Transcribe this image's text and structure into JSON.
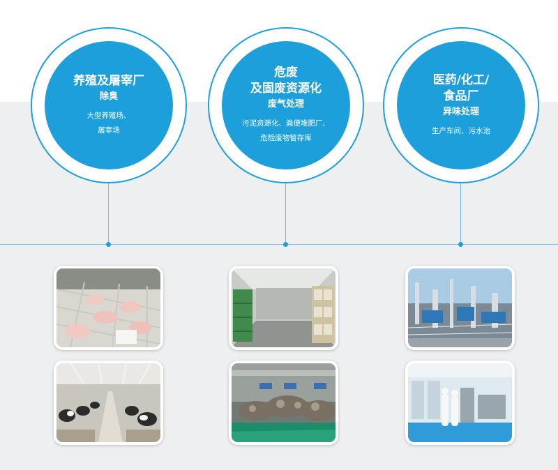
{
  "sectors": [
    {
      "title_lines": [
        "养殖及屠宰厂"
      ],
      "subtitle": "除臭",
      "desc_lines": [
        "大型养殖场、",
        "屠宰场"
      ]
    },
    {
      "title_lines": [
        "危废",
        "及固废资源化"
      ],
      "subtitle": "废气处理",
      "desc_lines": [
        "污泥资源化、粪便堆肥厂、",
        "危险废物暂存库"
      ]
    },
    {
      "title_lines": [
        "医药/化工/",
        "食品厂"
      ],
      "subtitle": "异味处理",
      "desc_lines": [
        "生产车间、污水池"
      ]
    }
  ],
  "colors": {
    "accent": "#1d9fdc",
    "background_gray": "#eeeff1",
    "line": "#7fc0e8"
  }
}
